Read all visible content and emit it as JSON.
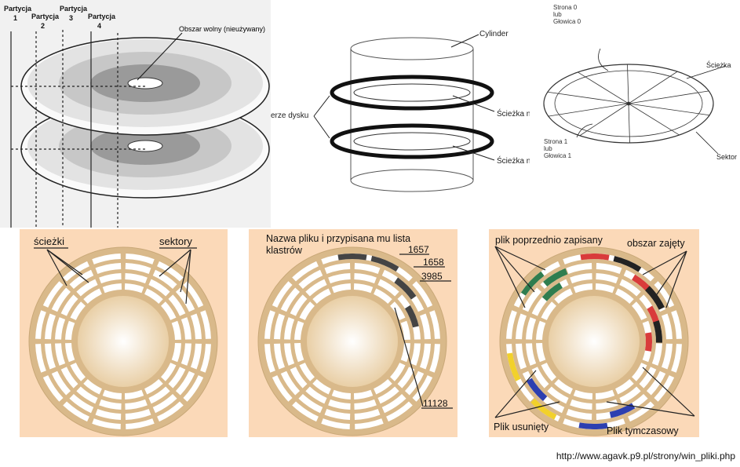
{
  "partition_diagram": {
    "partitions": [
      "Partycja\n1",
      "Partycja\n2",
      "Partycja\n3",
      "Partycja\n4"
    ],
    "free_area": "Obszar wolny (nieużywany)"
  },
  "cylinder_diagram": {
    "cylinder": "Cylinder",
    "platter_left": "erze dysku",
    "track_1": "Ścieżka n",
    "track_2": "Ścieżka n"
  },
  "sector_diagram": {
    "side0": "Strona 0\nlub\nGłowica 0",
    "side1": "Strona 1\nlub\nGłowica 1",
    "track": "Ścieżka",
    "sector": "Sektor"
  },
  "panel_a": {
    "tracks": "ścieżki",
    "sectors": "sektory"
  },
  "panel_b": {
    "title": "Nazwa pliku i przypisana mu lista\nklastrów",
    "clusters": [
      "1657",
      "1658",
      "3985",
      "11128"
    ]
  },
  "panel_c": {
    "prev_saved": "plik poprzednio zapisany",
    "occupied": "obszar zajęty",
    "deleted": "Plik usunięty",
    "temp": "Plik tymczasowy"
  },
  "source_url": "http://www.agavk.p9.pl/strony/win_pliki.php",
  "colors": {
    "panel_bg": "#fbd9b8",
    "disk": "#d9b98a",
    "hub": "#f6e7cf"
  }
}
